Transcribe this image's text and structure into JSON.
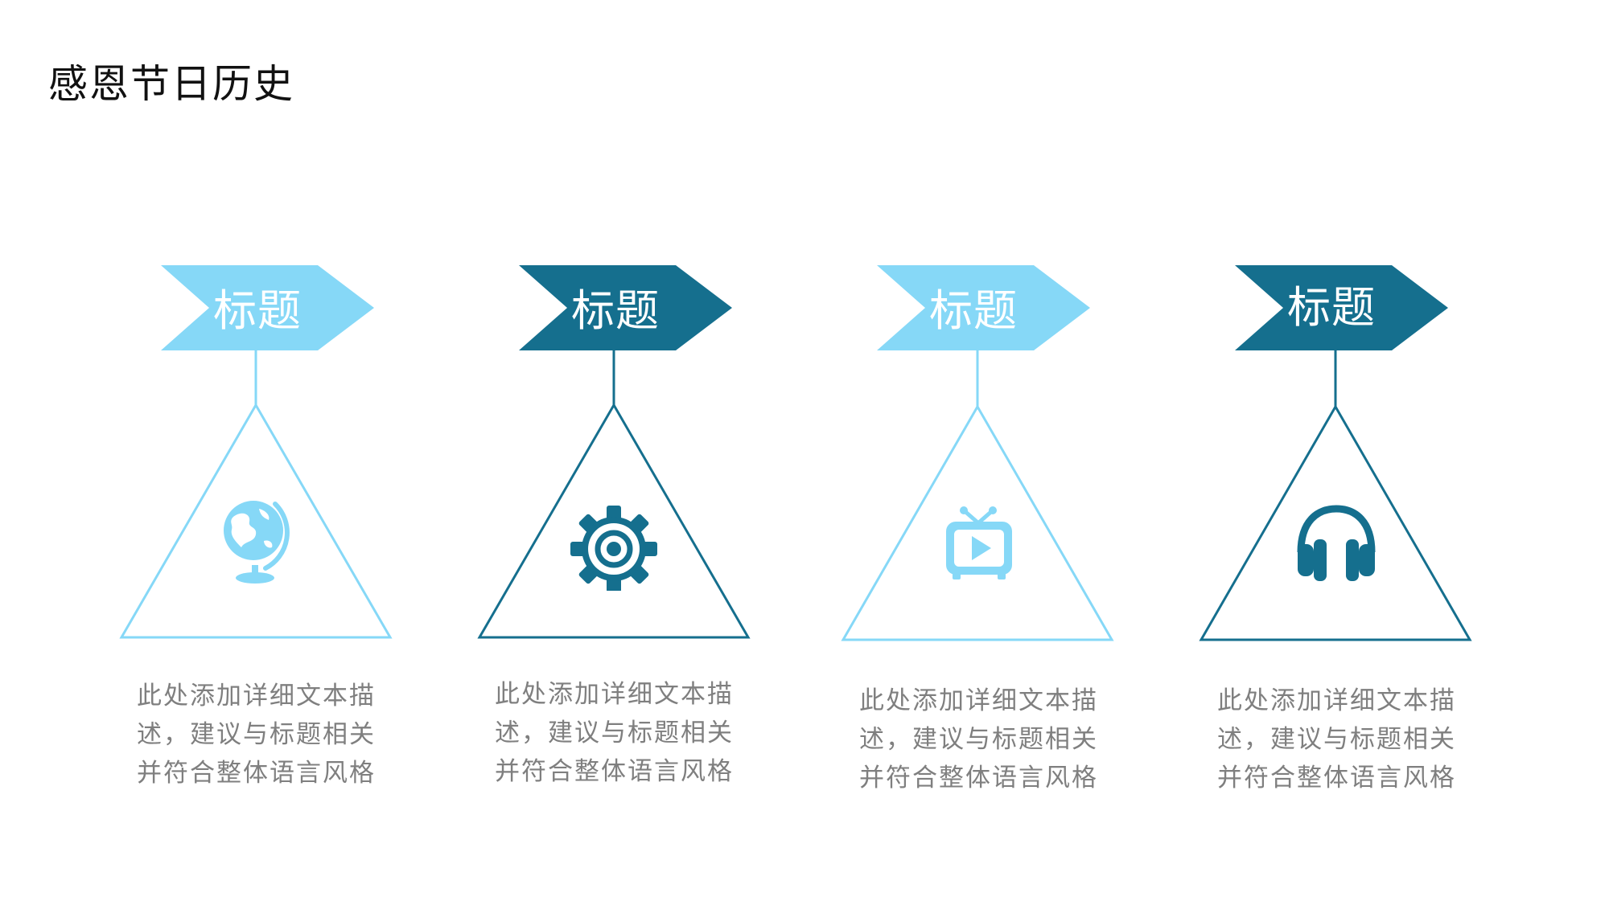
{
  "slide": {
    "title": "感恩节日历史"
  },
  "colors": {
    "light": "#86d8f7",
    "dark": "#156f8e",
    "text_gray": "#7f7f7f"
  },
  "cards": [
    {
      "label": "标题",
      "theme": "light",
      "icon": "globe-icon",
      "desc": [
        "此处添加详细文本描",
        "述，建议与标题相关",
        "并符合整体语言风格"
      ]
    },
    {
      "label": "标题",
      "theme": "dark",
      "icon": "gear-icon",
      "desc": [
        "此处添加详细文本描",
        "述，建议与标题相关",
        "并符合整体语言风格"
      ]
    },
    {
      "label": "标题",
      "theme": "light",
      "icon": "tv-play-icon",
      "desc": [
        "此处添加详细文本描",
        "述，建议与标题相关",
        "并符合整体语言风格"
      ]
    },
    {
      "label": "标题",
      "theme": "dark",
      "icon": "headphones-icon",
      "desc": [
        "此处添加详细文本描",
        "述，建议与标题相关",
        "并符合整体语言风格"
      ]
    }
  ]
}
